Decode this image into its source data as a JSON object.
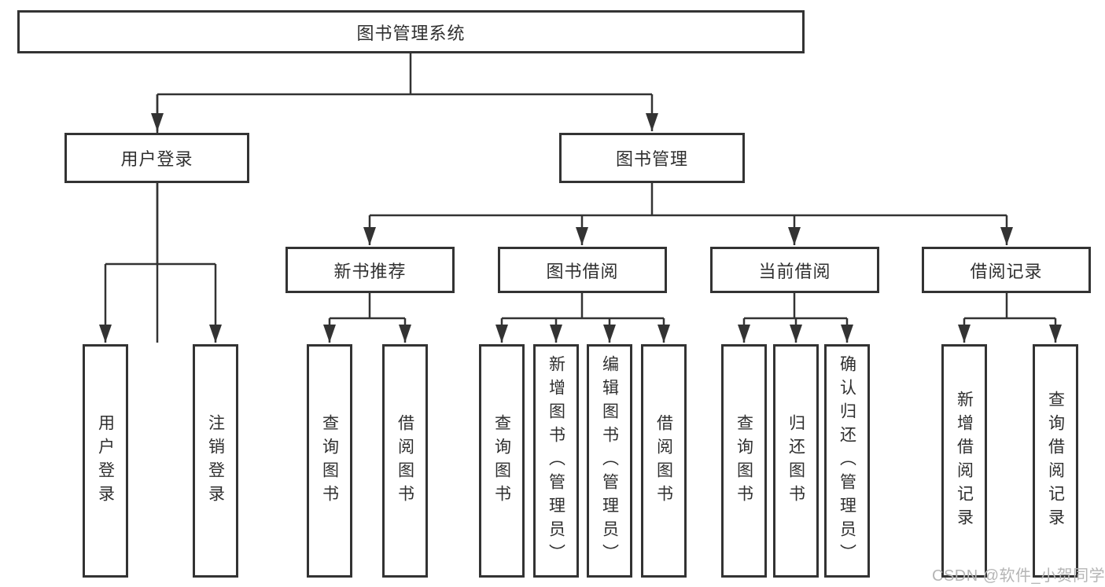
{
  "diagram": {
    "type": "hierarchy-tree",
    "colors": {
      "line": "#333333",
      "node_border": "#333333",
      "node_text": "#2f2f2f",
      "background": "#ffffff",
      "watermark_text": "#b5b5b5"
    },
    "tree": {
      "label": "图书管理系统",
      "children": [
        {
          "label": "用户登录",
          "children": [
            {
              "label": "用户登录"
            },
            {
              "label": "注销登录"
            }
          ]
        },
        {
          "label": "图书管理",
          "children": [
            {
              "label": "新书推荐",
              "children": [
                {
                  "label": "查询图书"
                },
                {
                  "label": "借阅图书"
                }
              ]
            },
            {
              "label": "图书借阅",
              "children": [
                {
                  "label": "查询图书"
                },
                {
                  "label": "新增图书（管理员）"
                },
                {
                  "label": "编辑图书（管理员）"
                },
                {
                  "label": "借阅图书"
                }
              ]
            },
            {
              "label": "当前借阅",
              "children": [
                {
                  "label": "查询图书"
                },
                {
                  "label": "归还图书"
                },
                {
                  "label": "确认归还（管理员）"
                }
              ]
            },
            {
              "label": "借阅记录",
              "children": [
                {
                  "label": "新增借阅记录"
                },
                {
                  "label": "查询借阅记录"
                }
              ]
            }
          ]
        }
      ]
    }
  },
  "watermark": {
    "text": "CSDN @软件_小贺同学"
  }
}
